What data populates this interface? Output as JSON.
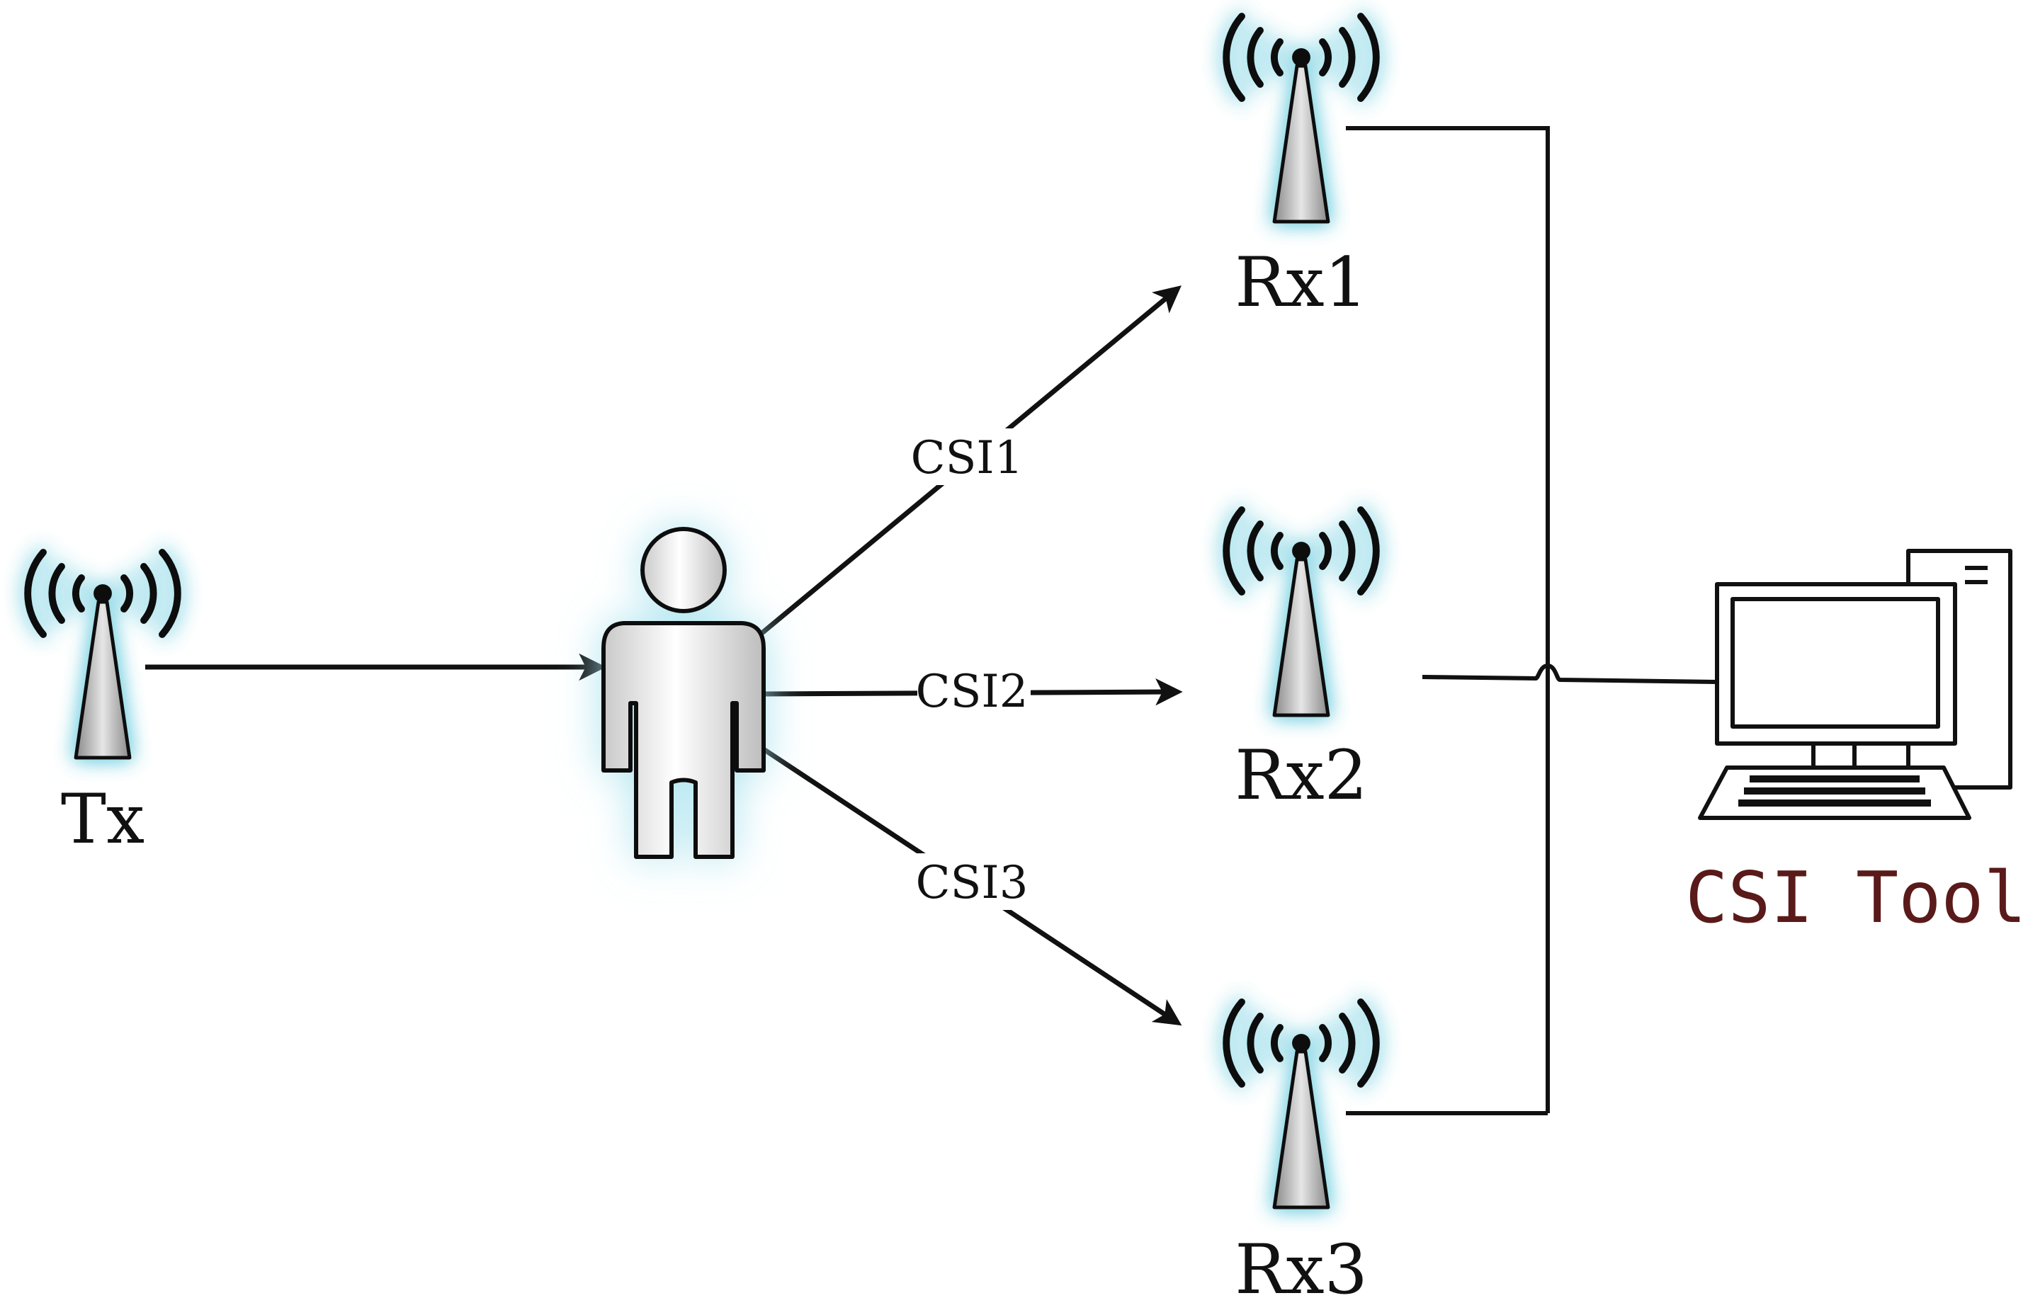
{
  "nodes": {
    "tx": {
      "label": "Tx"
    },
    "rx1": {
      "label": "Rx1"
    },
    "rx2": {
      "label": "Rx2"
    },
    "rx3": {
      "label": "Rx3"
    },
    "computer": {
      "label": "CSI Tool"
    }
  },
  "edges": {
    "csi1": {
      "label": "CSI1"
    },
    "csi2": {
      "label": "CSI2"
    },
    "csi3": {
      "label": "CSI3"
    }
  },
  "colors": {
    "stroke": "#111111",
    "glow": "#7fd3e3",
    "antenna_fill": "#bdbdbd",
    "tool_label": "#5a1a1a"
  },
  "icons": {
    "antenna": "antenna-icon",
    "person": "person-icon",
    "computer": "desktop-computer-icon"
  }
}
